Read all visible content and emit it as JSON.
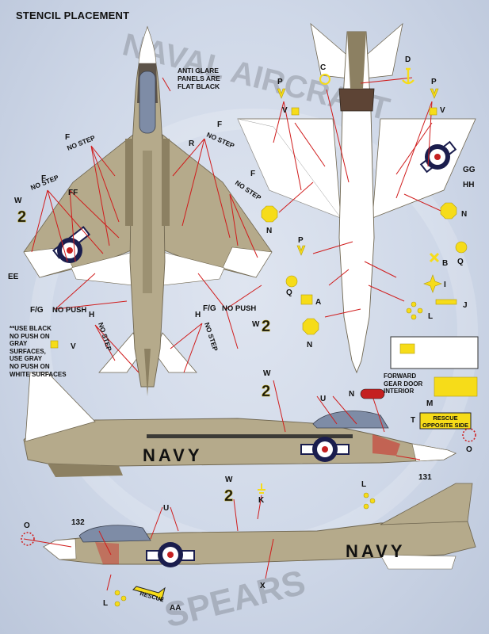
{
  "title": "STENCIL PLACEMENT",
  "notes": {
    "anti_glare": [
      "ANTI GLARE",
      "PANELS ARE",
      "FLAT BLACK"
    ],
    "black_gray": [
      "**USE BLACK",
      "NO PUSH ON",
      "GRAY",
      "SURFACES,",
      "USE GRAY",
      "NO PUSH ON",
      "WHITE SURFACES"
    ],
    "forward_gear": [
      "FORWARD",
      "GEAR DOOR",
      "INTERIOR"
    ]
  },
  "labels": {
    "no_step": "NO STEP",
    "no_push": "NO PUSH",
    "rescue": "RESCUE",
    "rescue_opposite": [
      "RESCUE",
      "OPPOSITE SIDE"
    ],
    "navy": "NAVY",
    "two": "2"
  },
  "callouts": {
    "A": "A",
    "B": "B",
    "C": "C",
    "D": "D",
    "EE": "EE",
    "F": "F",
    "FF": "FF",
    "FG": "F/G",
    "GG": "GG",
    "HH": "HH",
    "H": "H",
    "I": "I",
    "J": "J",
    "K": "K",
    "L": "L",
    "M": "M",
    "N": "N",
    "O": "O",
    "P": "P",
    "Q": "Q",
    "R": "R",
    "T": "T",
    "U": "U",
    "V": "V",
    "W": "W",
    "X": "X",
    "AA": "AA",
    "n131": "131",
    "n132": "132"
  },
  "watermark": {
    "line1": "NAVAL AIRCRAFT",
    "line2": "SPEARS"
  },
  "colors": {
    "background": "#cfd8e8",
    "gull_gray": "#b5aa8b",
    "gull_gray_dark": "#8c8062",
    "anti_glare": "#5d544a",
    "white": "#ffffff",
    "leader_red": "#d01c1c",
    "stencil_yellow": "#f6dc19",
    "insignia_blue": "#1a1d4d",
    "insignia_red": "#c42020",
    "canopy": "#7e8ca6"
  }
}
